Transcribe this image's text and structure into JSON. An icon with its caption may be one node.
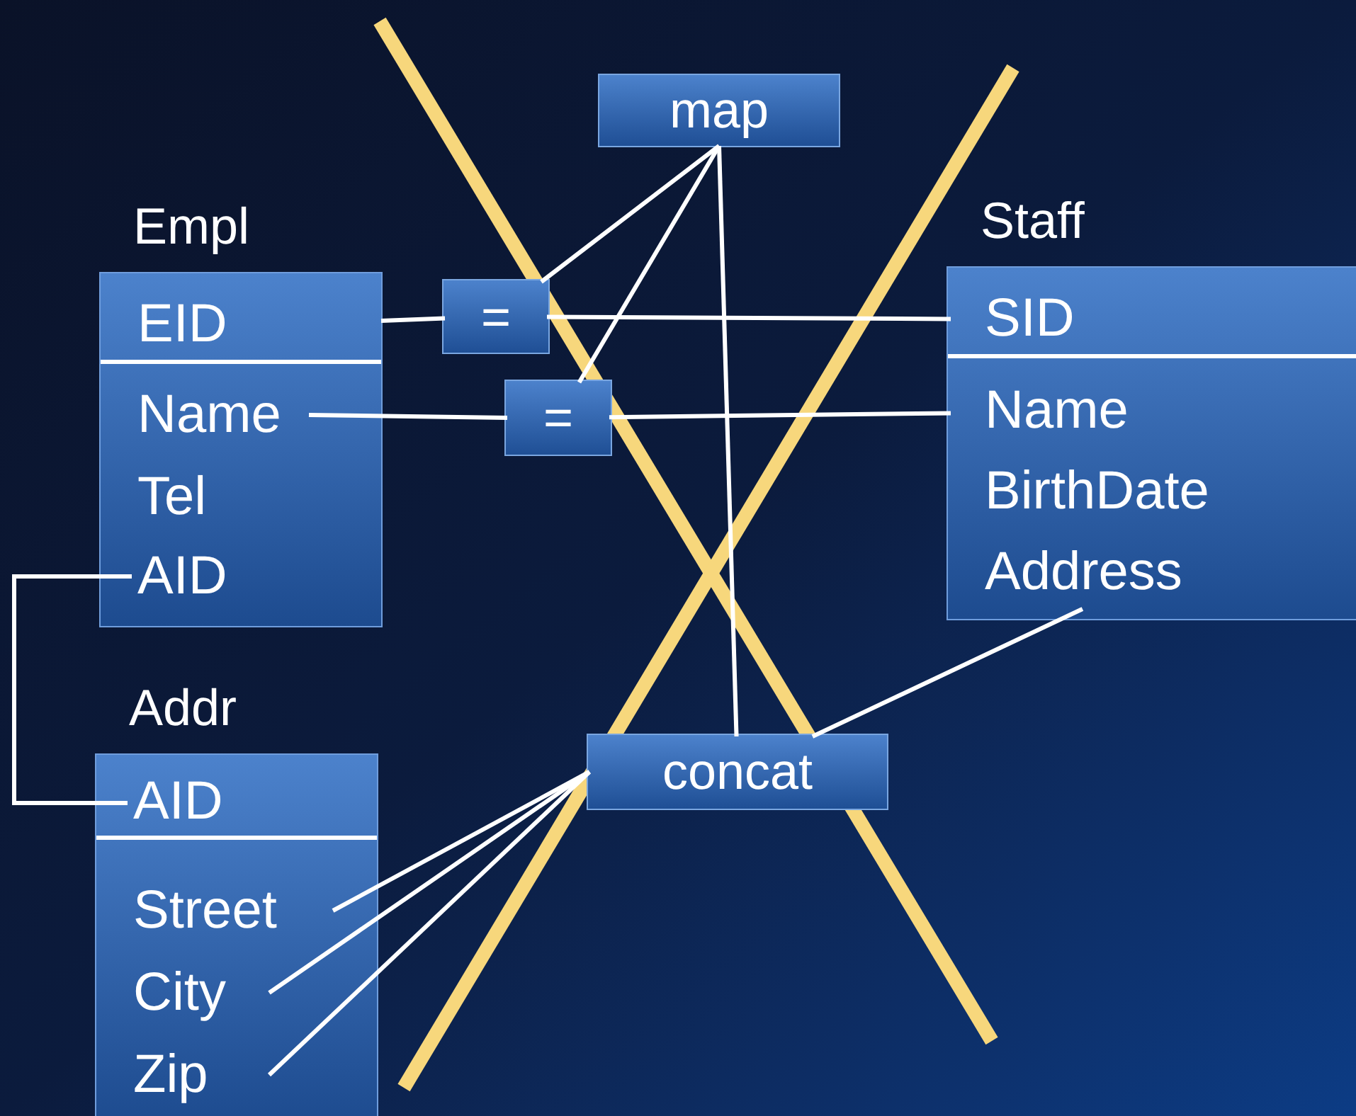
{
  "diagram": {
    "nodes": [
      {
        "text": [
          "Empl"
        ]
      },
      {
        "text": [
          "EID"
        ],
        "in": 0
      },
      {
        "text": [
          "Name"
        ],
        "in": 0
      },
      {
        "text": [
          "Tel"
        ],
        "in": 0
      },
      {
        "text": [
          "AID"
        ],
        "in": 0
      },
      {
        "text": [
          "Addr"
        ]
      },
      {
        "text": [
          "AID"
        ],
        "in": 5
      },
      {
        "text": [
          "Street"
        ],
        "in": 5
      },
      {
        "text": [
          "City"
        ],
        "in": 5
      },
      {
        "text": [
          "Zip"
        ],
        "in": 5
      },
      {
        "text": [
          "map"
        ]
      },
      {
        "text": [
          "="
        ]
      },
      {
        "text": [
          "="
        ]
      },
      {
        "text": [
          "concat"
        ]
      },
      {
        "text": [
          "Staff"
        ]
      },
      {
        "text": [
          "SID"
        ],
        "in": 14
      },
      {
        "text": [
          "Name"
        ],
        "in": 14
      },
      {
        "text": [
          "BirthDate"
        ],
        "in": 14
      },
      {
        "text": [
          "Address"
        ],
        "in": 14
      }
    ],
    "edges": [
      {
        "from": 1,
        "to": 11,
        "arrow": "none"
      },
      {
        "from": 11,
        "to": 15,
        "arrow": "none"
      },
      {
        "from": 2,
        "to": 12,
        "arrow": "none"
      },
      {
        "from": 12,
        "to": 16,
        "arrow": "none"
      },
      {
        "from": 10,
        "to": 11,
        "arrow": "none"
      },
      {
        "from": 10,
        "to": 12,
        "arrow": "none"
      },
      {
        "from": 10,
        "to": 13,
        "arrow": "none"
      },
      {
        "from": 4,
        "to": 6,
        "arrow": "none"
      },
      {
        "from": 7,
        "to": 13,
        "arrow": "none"
      },
      {
        "from": 8,
        "to": 13,
        "arrow": "none"
      },
      {
        "from": 9,
        "to": 13,
        "arrow": "none"
      },
      {
        "from": 13,
        "to": 18,
        "arrow": "none"
      }
    ]
  }
}
